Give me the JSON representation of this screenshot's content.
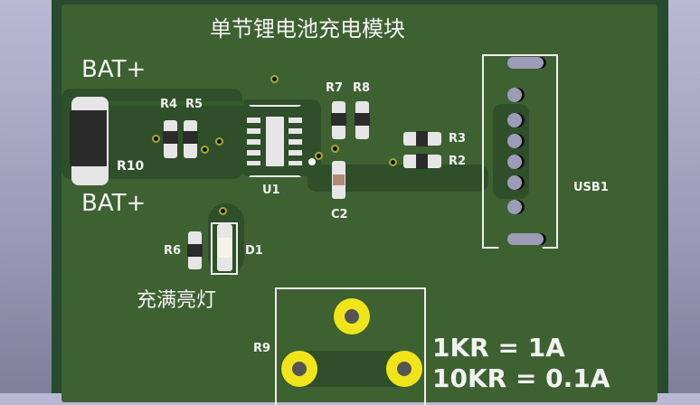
{
  "title": "单节锂电池充电模块",
  "labels": {
    "bat_top": "BAT+",
    "bat_bottom": "BAT+",
    "r10": "R10",
    "r4": "R4",
    "r5": "R5",
    "u1": "U1",
    "r7": "R7",
    "r8": "R8",
    "c2": "C2",
    "r3": "R3",
    "r2": "R2",
    "usb1": "USB1",
    "r6": "R6",
    "d1": "D1",
    "led_note": "充满亮灯",
    "r9": "R9",
    "note1": "1KR = 1A",
    "note2": "10KR = 0.1A"
  },
  "colors": {
    "board": "#3e6131",
    "edge": "#284a2f",
    "silk": "#f2f2f2",
    "pad_gold": "#f0e51a"
  }
}
